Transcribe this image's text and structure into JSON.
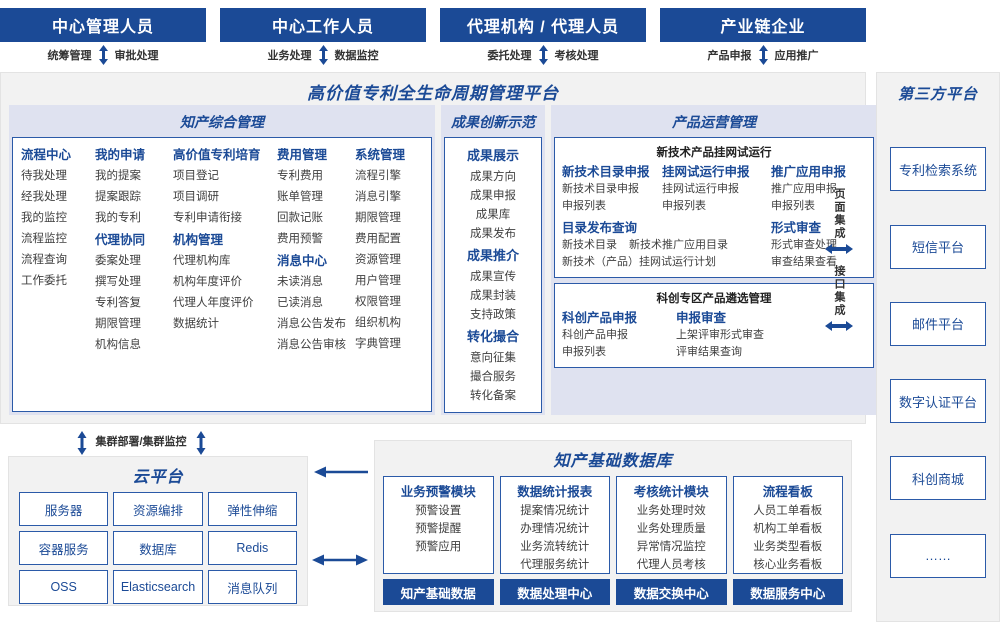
{
  "roles": [
    {
      "title": "中心管理人员",
      "left": "统筹管理",
      "right": "审批处理"
    },
    {
      "title": "中心工作人员",
      "left": "业务处理",
      "right": "数据监控"
    },
    {
      "title": "代理机构 / 代理人员",
      "left": "委托处理",
      "right": "考核处理"
    },
    {
      "title": "产业链企业",
      "left": "产品申报",
      "right": "应用推广"
    }
  ],
  "platform": {
    "title": "高价值专利全生命周期管理平台",
    "zone_a": {
      "title": "知产综合管理",
      "columns": [
        {
          "blocks": [
            {
              "head": "流程中心",
              "items": [
                "待我处理",
                "经我处理",
                "我的监控",
                "流程监控",
                "流程查询",
                "工作委托"
              ]
            }
          ]
        },
        {
          "blocks": [
            {
              "head": "我的申请",
              "items": [
                "我的提案",
                "提案跟踪",
                "我的专利"
              ]
            },
            {
              "head": "代理协同",
              "items": [
                "委案处理",
                "撰写处理",
                "专利答复",
                "期限管理",
                "机构信息"
              ]
            }
          ]
        },
        {
          "blocks": [
            {
              "head": "高价值专利培育",
              "items": [
                "项目登记",
                "项目调研",
                "专利申请衔接"
              ]
            },
            {
              "head": "机构管理",
              "items": [
                "代理机构库",
                "机构年度评价",
                "代理人年度评价",
                "数据统计"
              ]
            }
          ]
        },
        {
          "blocks": [
            {
              "head": "费用管理",
              "items": [
                "专利费用",
                "账单管理",
                "回款记账",
                "费用预警"
              ]
            },
            {
              "head": "消息中心",
              "items": [
                "未读消息",
                "已读消息",
                "消息公告发布",
                "消息公告审核"
              ]
            }
          ]
        },
        {
          "blocks": [
            {
              "head": "系统管理",
              "items": [
                "流程引擎",
                "消息引擎",
                "期限管理",
                "费用配置",
                "资源管理",
                "用户管理",
                "权限管理",
                "组织机构",
                "字典管理"
              ]
            }
          ]
        }
      ]
    },
    "zone_b": {
      "title": "成果创新示范",
      "blocks": [
        {
          "head": "成果展示",
          "items": [
            "成果方向",
            "成果申报",
            "成果库",
            "成果发布"
          ]
        },
        {
          "head": "成果推介",
          "items": [
            "成果宣传",
            "成果封装",
            "支持政策"
          ]
        },
        {
          "head": "转化撮合",
          "items": [
            "意向征集",
            "撮合服务",
            "转化备案"
          ]
        }
      ]
    },
    "zone_c": {
      "title": "产品运营管理",
      "box1": {
        "title": "新技术产品挂网试运行",
        "columns": [
          {
            "head": "新技术目录申报",
            "items": [
              "新技术目录申报",
              "申报列表"
            ]
          },
          {
            "head": "挂网试运行申报",
            "items": [
              "挂网试运行申报",
              "申报列表"
            ]
          },
          {
            "head": "推广应用申报",
            "items": [
              "推广应用申报",
              "申报列表"
            ]
          }
        ],
        "row2_left": {
          "head": "目录发布查询",
          "line1a": "新技术目录",
          "line1b": "新技术推广应用目录",
          "line2": "新技术（产品）挂网试运行计划"
        },
        "row2_right": {
          "head": "形式审查",
          "items": [
            "形式审查处理",
            "审查结果查看"
          ]
        }
      },
      "box2": {
        "title": "科创专区产品遴选管理",
        "columns": [
          {
            "head": "科创产品申报",
            "items": [
              "科创产品申报",
              "申报列表"
            ]
          },
          {
            "head": "申报审查",
            "items": [
              "上架评审形式审查",
              "评审结果查询"
            ]
          }
        ]
      }
    },
    "integration": [
      {
        "label": "页面集成"
      },
      {
        "label": "接口集成"
      }
    ]
  },
  "third_party": {
    "title": "第三方平台",
    "items": [
      "专利检索系统",
      "短信平台",
      "邮件平台",
      "数字认证平台",
      "科创商城",
      "……"
    ]
  },
  "cluster_label": "集群部署/集群监控",
  "cloud": {
    "title": "云平台",
    "cells": [
      "服务器",
      "资源编排",
      "弹性伸缩",
      "容器服务",
      "数据库",
      "Redis",
      "OSS",
      "Elasticsearch",
      "消息队列"
    ]
  },
  "database": {
    "title": "知产基础数据库",
    "columns": [
      {
        "head": "业务预警模块",
        "items": [
          "预警设置",
          "预警提醒",
          "预警应用"
        ],
        "foot": "知产基础数据"
      },
      {
        "head": "数据统计报表",
        "items": [
          "提案情况统计",
          "办理情况统计",
          "业务流转统计",
          "代理服务统计"
        ],
        "foot": "数据处理中心"
      },
      {
        "head": "考核统计模块",
        "items": [
          "业务处理时效",
          "业务处理质量",
          "异常情况监控",
          "代理人员考核"
        ],
        "foot": "数据交换中心"
      },
      {
        "head": "流程看板",
        "items": [
          "人员工单看板",
          "机构工单看板",
          "业务类型看板",
          "核心业务看板"
        ],
        "foot": "数据服务中心"
      }
    ]
  },
  "colors": {
    "brand_navy": "#1b4a96",
    "panel_bg": "#f2f2f2",
    "zone_bg": "#dfe2f0",
    "border_blue": "#2b5aa8"
  }
}
